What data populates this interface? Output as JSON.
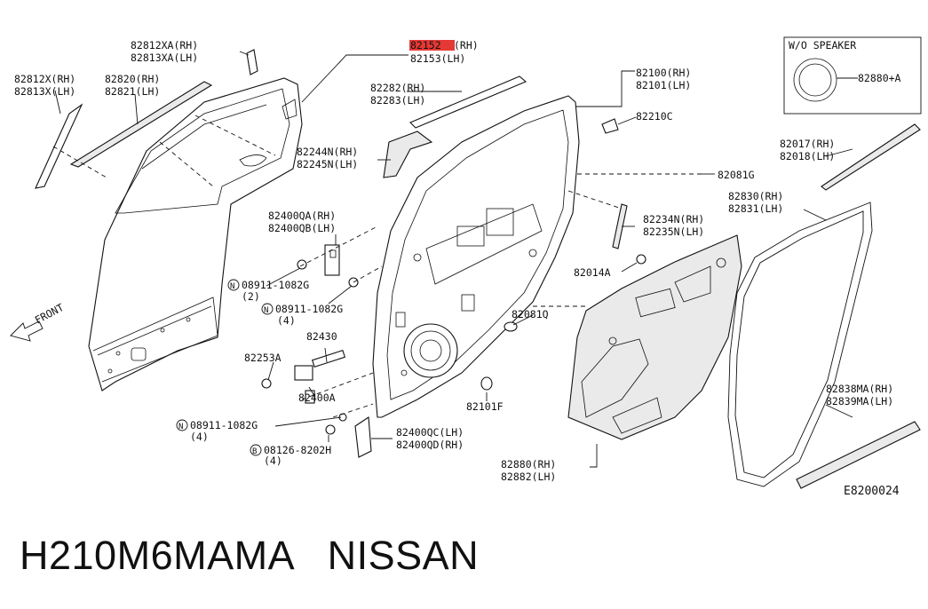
{
  "diagram": {
    "labels": {
      "p82812xa": "82812XA(RH)",
      "p82813xa": "82813XA(LH)",
      "p82812x": "82812X(RH)",
      "p82813x": "82813X(LH)",
      "p82820": "82820(RH)",
      "p82821": "82821(LH)",
      "p82152": "82152",
      "p82152_side": "(RH)",
      "p82153": "82153(LH)",
      "p82100": "82100(RH)",
      "p82101": "82101(LH)",
      "p82282": "82282(RH)",
      "p82283": "82283(LH)",
      "p82210c": "82210C",
      "p82244n": "82244N(RH)",
      "p82245n": "82245N(LH)",
      "p82081g": "82081G",
      "p82400qa": "82400QA(RH)",
      "p82400qb": "82400QB(LH)",
      "p82234n": "82234N(RH)",
      "p82235n": "82235N(LH)",
      "bolt1": "08911-1082G",
      "bolt1_qty": "(2)",
      "bolt2": "08911-1082G",
      "bolt2_qty": "(4)",
      "p82014a": "82014A",
      "p82081q": "82081Q",
      "p82430": "82430",
      "p82253a": "82253A",
      "p82400a": "82400A",
      "p82101f": "82101F",
      "bolt3": "08911-1082G",
      "bolt3_qty": "(4)",
      "p82400qc": "82400QC(LH)",
      "p82400qd": "82400QD(RH)",
      "bolt4": "08126-8202H",
      "bolt4_qty": "(4)",
      "p82880": "82880(RH)",
      "p82882": "82882(LH)",
      "p82017": "82017(RH)",
      "p82018": "82018(LH)",
      "p82830": "82830(RH)",
      "p82831": "82831(LH)",
      "p82838ma": "82838MA(RH)",
      "p82839ma": "82839MA(LH)",
      "speaker_title": "W/O SPEAKER",
      "p82880a": "82880+A",
      "front": "FRONT",
      "code": "E8200024",
      "circle_n": "N",
      "circle_b": "B"
    }
  },
  "footer": {
    "text": "H210M6MAMA   NISSAN"
  },
  "colors": {
    "highlight": "#e53935",
    "ink": "#111111"
  }
}
